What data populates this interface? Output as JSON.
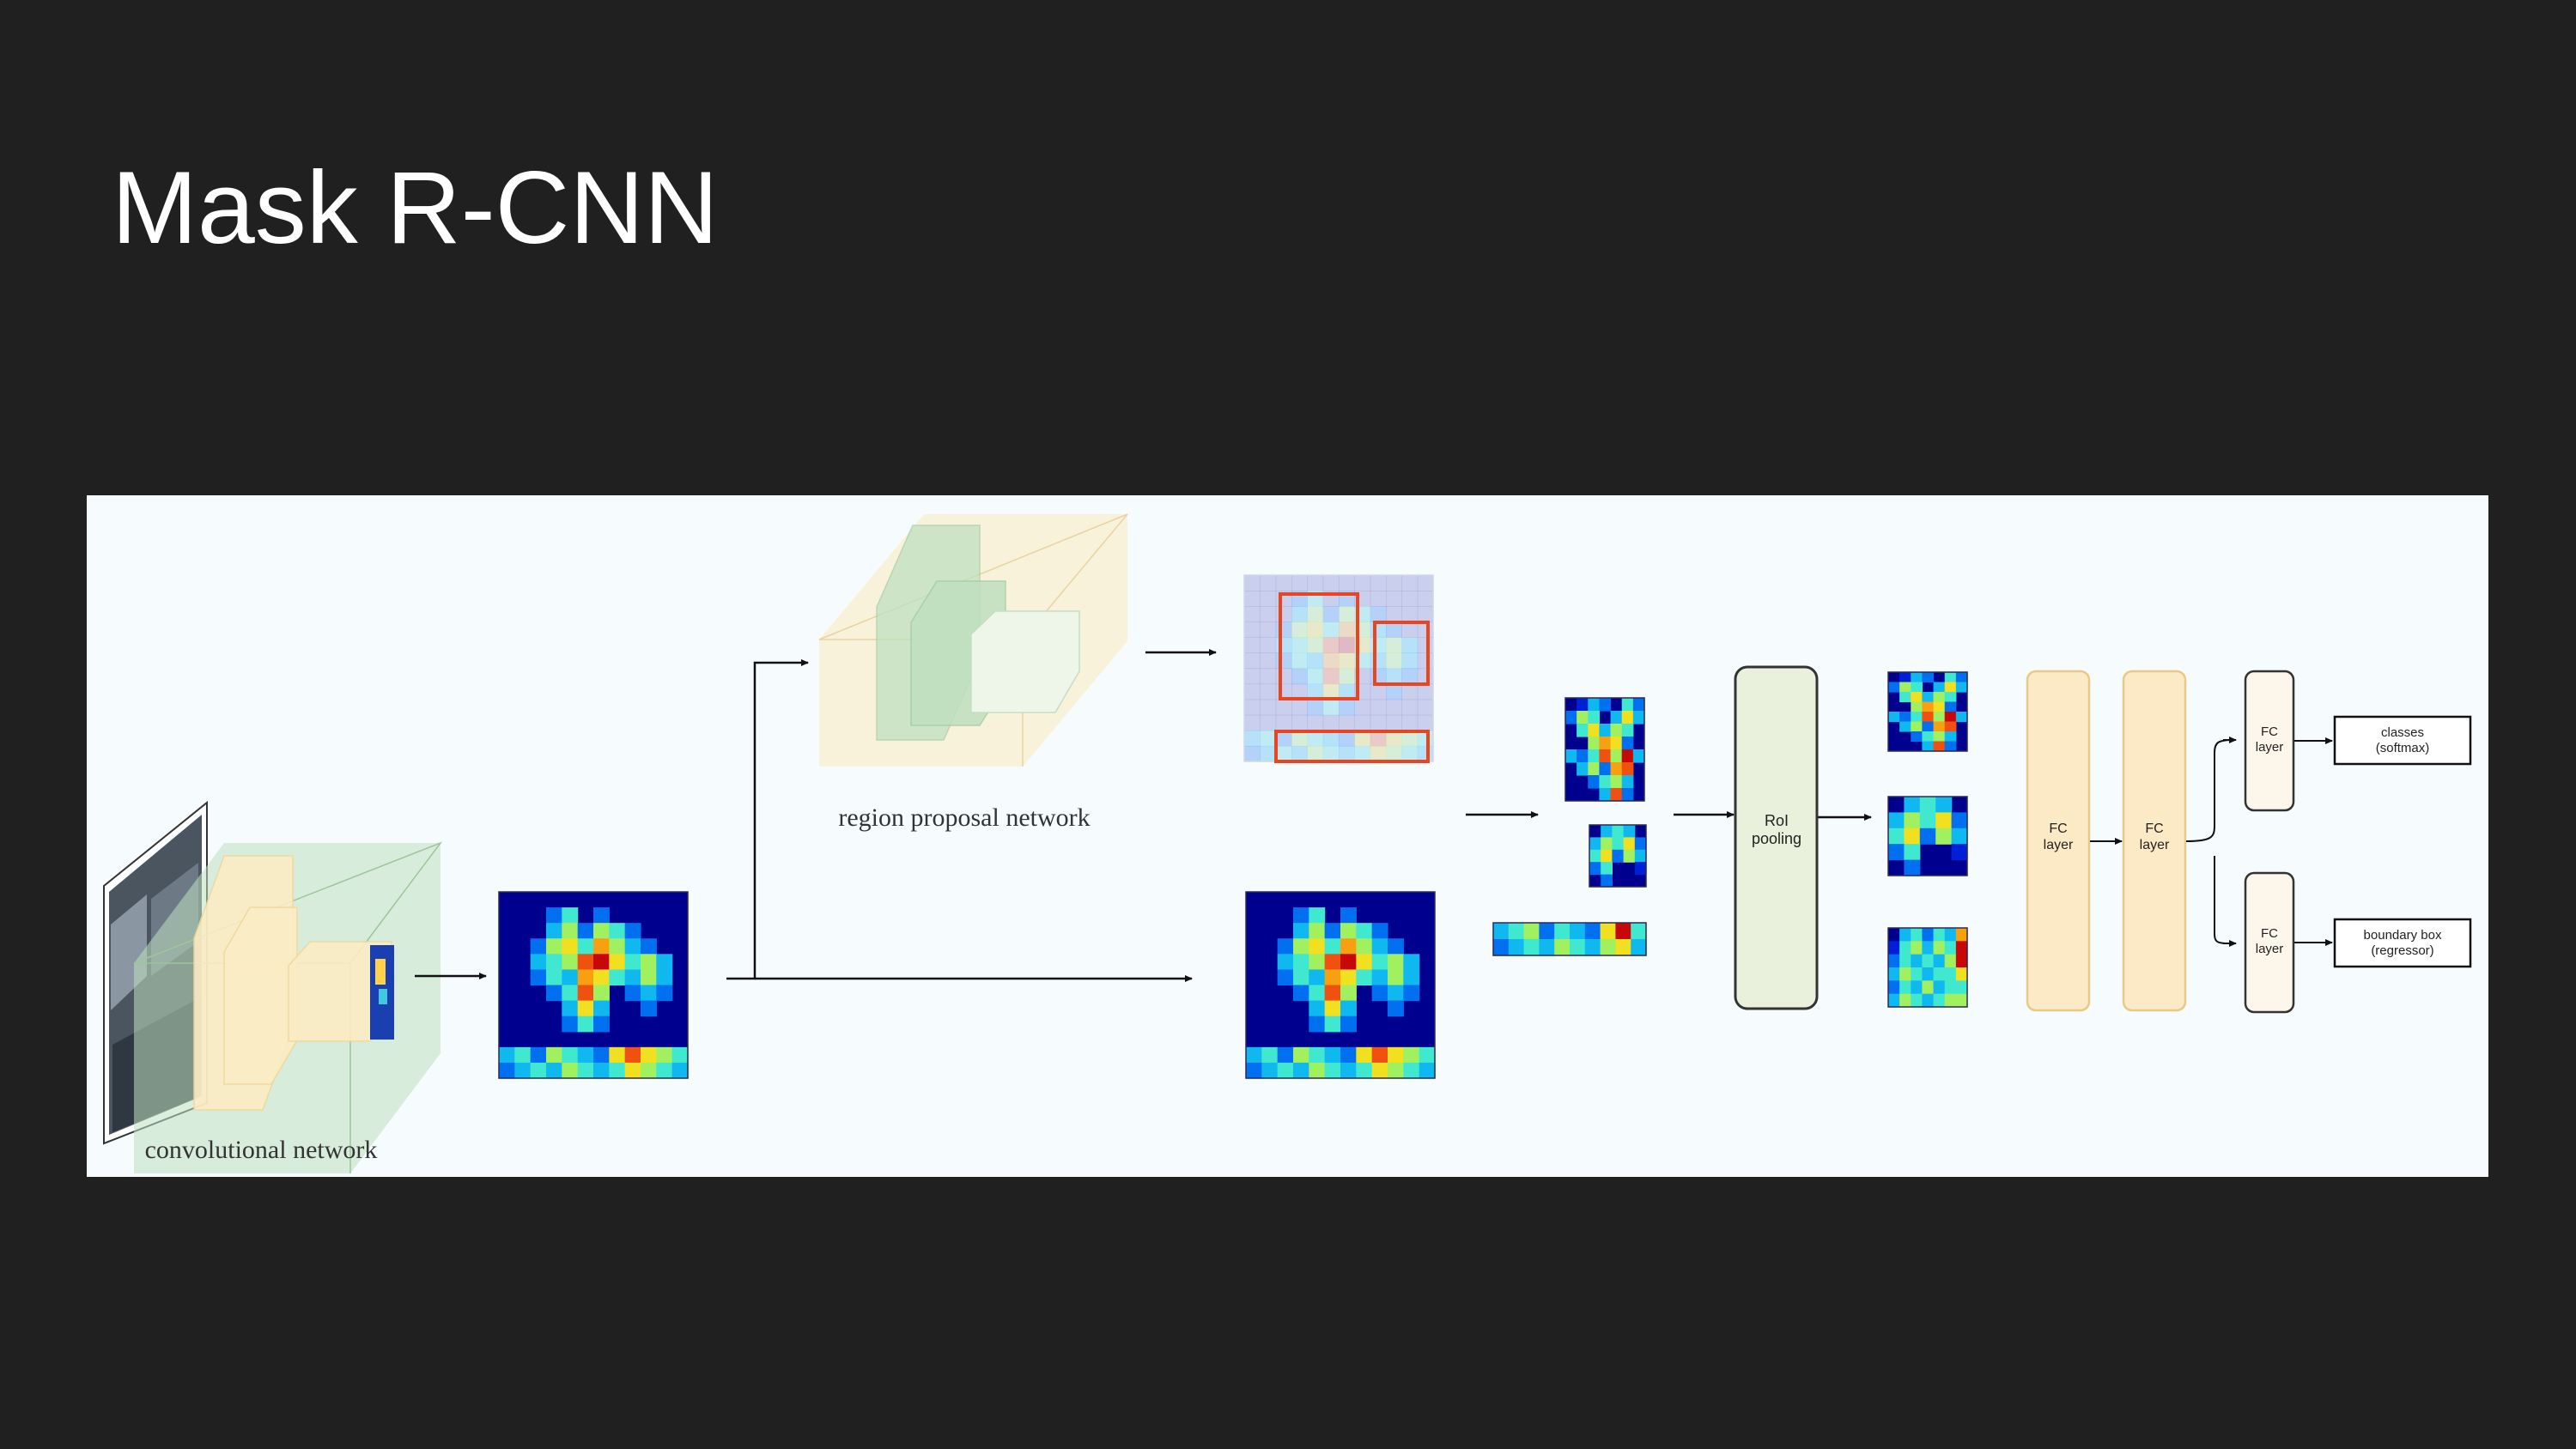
{
  "slide": {
    "title": "Mask R-CNN"
  },
  "diagram": {
    "labels": {
      "convolutional_network": "convolutional network",
      "region_proposal_network": "region proposal network",
      "roi_pooling_line1": "RoI",
      "roi_pooling_line2": "pooling",
      "fc_line1": "FC",
      "fc_line2": "layer",
      "classes_line1": "classes",
      "classes_line2": "(softmax)",
      "bbox_line1": "boundary box",
      "bbox_line2": "(regressor)"
    },
    "colors": {
      "background": "#202020",
      "figure_bg": "#f6fbfd",
      "cnn_green": "#bfe0bf",
      "cnn_yellow": "#fbecc4",
      "roi_box_fill": "#e9f1dc",
      "fc_fill": "#fce9c5",
      "fc_border": "#e8c98a",
      "proposal_box": "#e84520",
      "heat_low": "#00008f",
      "heat_high": "#ee1010"
    },
    "feature_map_pattern": [
      [
        0,
        0,
        0,
        0,
        0,
        0,
        0,
        0,
        0,
        0,
        0,
        0
      ],
      [
        0,
        0,
        0,
        2,
        4,
        0,
        2,
        0,
        0,
        0,
        0,
        0
      ],
      [
        0,
        0,
        0,
        3,
        5,
        2,
        5,
        4,
        2,
        0,
        0,
        0
      ],
      [
        0,
        0,
        2,
        5,
        6,
        4,
        7,
        5,
        3,
        2,
        0,
        0
      ],
      [
        0,
        0,
        3,
        4,
        5,
        8,
        9,
        6,
        4,
        5,
        3,
        0
      ],
      [
        0,
        0,
        2,
        4,
        3,
        7,
        6,
        4,
        3,
        5,
        3,
        0
      ],
      [
        0,
        0,
        0,
        2,
        4,
        8,
        5,
        0,
        2,
        3,
        2,
        0
      ],
      [
        0,
        0,
        0,
        0,
        3,
        6,
        3,
        0,
        0,
        2,
        0,
        0
      ],
      [
        0,
        0,
        0,
        0,
        2,
        4,
        2,
        0,
        0,
        0,
        0,
        0
      ],
      [
        0,
        0,
        0,
        0,
        0,
        0,
        0,
        0,
        0,
        0,
        0,
        0
      ],
      [
        3,
        4,
        2,
        5,
        4,
        3,
        2,
        6,
        8,
        6,
        5,
        4
      ],
      [
        2,
        3,
        4,
        3,
        5,
        4,
        3,
        4,
        6,
        5,
        4,
        3
      ]
    ],
    "roi_a_pattern": [
      [
        0,
        1,
        3,
        2,
        0,
        4,
        2
      ],
      [
        2,
        5,
        4,
        0,
        3,
        6,
        3
      ],
      [
        0,
        4,
        6,
        3,
        5,
        4,
        0
      ],
      [
        0,
        0,
        5,
        7,
        6,
        2,
        0
      ],
      [
        3,
        2,
        4,
        8,
        5,
        9,
        3
      ],
      [
        0,
        3,
        5,
        2,
        7,
        8,
        0
      ],
      [
        0,
        0,
        2,
        4,
        5,
        3,
        0
      ],
      [
        0,
        0,
        0,
        3,
        8,
        2,
        0
      ]
    ],
    "roi_b_pattern": [
      [
        0,
        3,
        4,
        3,
        0
      ],
      [
        3,
        5,
        4,
        6,
        2
      ],
      [
        4,
        6,
        2,
        5,
        3
      ],
      [
        2,
        4,
        0,
        0,
        1
      ],
      [
        0,
        2,
        0,
        0,
        0
      ]
    ],
    "roi_c_pattern": [
      [
        3,
        4,
        5,
        2,
        4,
        3,
        2,
        6,
        9,
        4
      ],
      [
        2,
        3,
        4,
        3,
        5,
        4,
        3,
        5,
        6,
        3
      ]
    ],
    "pooled_c_pattern": [
      [
        0,
        3,
        4,
        2,
        4,
        3,
        7
      ],
      [
        1,
        4,
        5,
        3,
        5,
        4,
        9
      ],
      [
        2,
        4,
        3,
        4,
        3,
        5,
        9
      ],
      [
        3,
        5,
        4,
        3,
        4,
        4,
        6
      ],
      [
        2,
        4,
        3,
        5,
        3,
        4,
        4
      ],
      [
        3,
        5,
        4,
        3,
        4,
        5,
        5
      ]
    ]
  }
}
